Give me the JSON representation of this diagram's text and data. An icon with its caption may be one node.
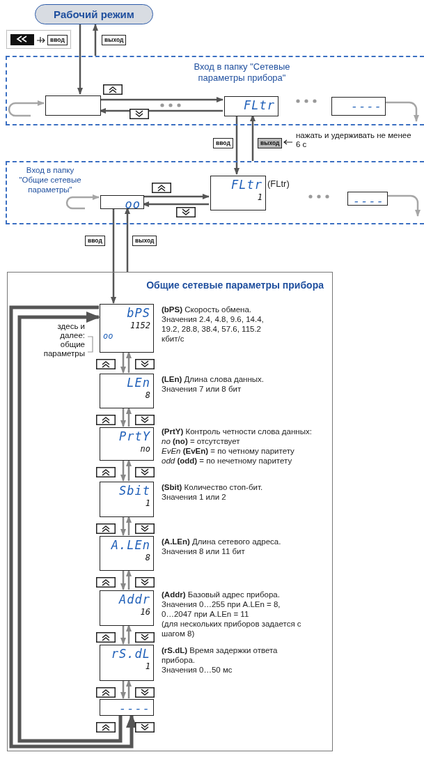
{
  "diagram": {
    "nodes": [
      {
        "text": [
          "Рабочий режим"
        ]
      },
      {
        "text": [
          "Вход в папку \"Сетевые параметры прибора\""
        ]
      },
      {
        "text": [],
        "shape": "box",
        "in": 1
      },
      {
        "text": [
          "FLtr"
        ],
        "in": 1
      },
      {
        "text": [
          "----"
        ],
        "in": 1
      },
      {
        "text": [
          "Вход в папку \"Общие сетевые параметры\""
        ]
      },
      {
        "text": [
          "oo"
        ],
        "in": 5
      },
      {
        "text": [
          "FLtr",
          "1"
        ],
        "in": 5,
        "beside": [
          "(FLtr)"
        ]
      },
      {
        "text": [
          "----"
        ],
        "in": 5
      },
      {
        "text": [
          "Общие сетевые параметры прибора"
        ]
      },
      {
        "text": [
          "bPS",
          "1152",
          "oo"
        ],
        "in": 9,
        "beside": [
          "**(bPS)** Скорость обмена. Значения 2.4, 4.8, 9.6, 14.4, 19.2, 28.8, 38.4, 57.6, 115.2 кбит/с"
        ]
      },
      {
        "text": [
          "LEn",
          "8"
        ],
        "in": 9,
        "beside": [
          "**(LEn)** Длина слова данных.",
          "Значения 7 или 8 бит"
        ]
      },
      {
        "text": [
          "PrtY",
          "no"
        ],
        "in": 9,
        "beside": [
          "**(PrtY)** Контроль четности слова данных:",
          "*no* **(no)** = отсутствует",
          "*EvEn* **(EvEn)** = по четному паритету",
          "*odd* **(odd)** = по нечетному паритету"
        ]
      },
      {
        "text": [
          "Sbit",
          "1"
        ],
        "in": 9,
        "beside": [
          "**(Sbit)** Количество стоп-бит.",
          "Значения 1 или 2"
        ]
      },
      {
        "text": [
          "A.LEn",
          "8"
        ],
        "in": 9,
        "beside": [
          "**(A.LEn)** Длина сетевого адреса.",
          "Значения 8 или 11 бит"
        ]
      },
      {
        "text": [
          "Addr",
          "16"
        ],
        "in": 9,
        "beside": [
          "**(Addr)** Базовый адрес прибора.",
          "Значения 0…255 при A.LEn = 8,",
          "0…2047 при A.LEn = 11",
          "(для нескольких приборов задается с шагом 8)"
        ]
      },
      {
        "text": [
          "rS.dL",
          "1"
        ],
        "in": 9,
        "beside": [
          "**(rS.dL)** Время задержки ответа прибора.",
          "Значения 0…50 мс"
        ]
      },
      {
        "text": [
          "----"
        ],
        "in": 9
      }
    ],
    "edges": [
      {
        "from": 0,
        "to": 2,
        "arrow": "to"
      },
      {
        "from": 1,
        "to": 0,
        "arrow": "to"
      },
      {
        "from": 2,
        "to": 3,
        "arrow": "to"
      },
      {
        "from": 3,
        "to": 2,
        "arrow": "to"
      },
      {
        "from": 4,
        "to": null,
        "arrow": "to",
        "color": "#a6a6a6"
      },
      {
        "from": null,
        "to": 2,
        "arrow": "to",
        "color": "#a6a6a6"
      },
      {
        "from": 3,
        "to": 7,
        "arrow": "to"
      },
      {
        "from": 5,
        "to": 3,
        "arrow": "to"
      },
      {
        "from": 6,
        "to": 7,
        "arrow": "to"
      },
      {
        "from": 7,
        "to": 6,
        "arrow": "to"
      },
      {
        "from": 8,
        "to": null,
        "arrow": "to",
        "color": "#a6a6a6"
      },
      {
        "from": null,
        "to": 6,
        "arrow": "to",
        "color": "#a6a6a6"
      },
      {
        "from": 6,
        "to": 10,
        "arrow": "to"
      },
      {
        "from": 9,
        "to": 6,
        "arrow": "to"
      },
      {
        "from": 10,
        "to": 11,
        "arrow": "to",
        "color": "#888888"
      },
      {
        "from": 11,
        "to": 10,
        "arrow": "to",
        "color": "#888888"
      },
      {
        "from": 11,
        "to": 12,
        "arrow": "to",
        "color": "#888888"
      },
      {
        "from": 12,
        "to": 11,
        "arrow": "to",
        "color": "#888888"
      },
      {
        "from": 12,
        "to": 13,
        "arrow": "to",
        "color": "#888888"
      },
      {
        "from": 13,
        "to": 12,
        "arrow": "to",
        "color": "#888888"
      },
      {
        "from": 13,
        "to": 14,
        "arrow": "to",
        "color": "#888888"
      },
      {
        "from": 14,
        "to": 13,
        "arrow": "to",
        "color": "#888888"
      },
      {
        "from": 14,
        "to": 15,
        "arrow": "to",
        "color": "#888888"
      },
      {
        "from": 15,
        "to": 14,
        "arrow": "to",
        "color": "#888888"
      },
      {
        "from": 15,
        "to": 16,
        "arrow": "to",
        "color": "#888888"
      },
      {
        "from": 16,
        "to": 15,
        "arrow": "to",
        "color": "#888888"
      },
      {
        "from": 16,
        "to": 17,
        "arrow": "to",
        "color": "#888888"
      },
      {
        "from": 17,
        "to": 16,
        "arrow": "to",
        "color": "#888888"
      },
      {
        "from": 17,
        "to": 10,
        "arrow": "to",
        "style": "thick"
      },
      {
        "from": 10,
        "to": 17,
        "arrow": "to",
        "style": "thick"
      }
    ],
    "labels": [
      "ввод",
      "выход",
      "ввод",
      "выход",
      "нажать и удерживать не менее 6 с",
      "ввод",
      "выход",
      "здесь и далее: общие параметры"
    ]
  }
}
